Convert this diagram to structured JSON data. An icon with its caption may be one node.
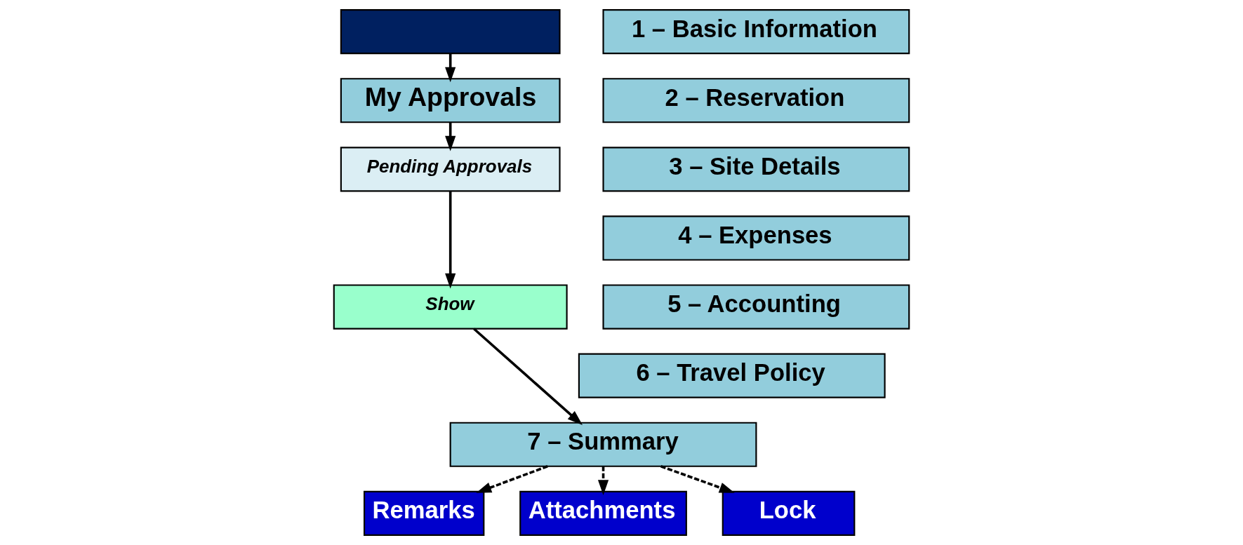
{
  "diagram": {
    "nodes": [
      {
        "text": [],
        "shape": "box"
      },
      {
        "text": [
          "My Approvals"
        ]
      },
      {
        "text": [
          "Pending Approvals"
        ]
      },
      {
        "text": [
          "Show"
        ]
      },
      {
        "text": [
          "1 – Basic Information"
        ]
      },
      {
        "text": [
          "2 – Reservation"
        ]
      },
      {
        "text": [
          "3 – Site Details"
        ]
      },
      {
        "text": [
          "4 – Expenses"
        ]
      },
      {
        "text": [
          "5 – Accounting"
        ]
      },
      {
        "text": [
          "6 – Travel Policy"
        ]
      },
      {
        "text": [
          "7 – Summary"
        ]
      },
      {
        "text": [
          "Remarks"
        ]
      },
      {
        "text": [
          "Attachments"
        ]
      },
      {
        "text": [
          "Lock"
        ]
      }
    ],
    "edges": [
      {
        "from": 0,
        "to": 1,
        "arrow": "to"
      },
      {
        "from": 1,
        "to": 2,
        "arrow": "to"
      },
      {
        "from": 2,
        "to": 3,
        "arrow": "to"
      },
      {
        "from": 3,
        "to": 10,
        "arrow": "to"
      },
      {
        "from": 10,
        "to": 11,
        "arrow": "to",
        "style": "dashed"
      },
      {
        "from": 10,
        "to": 12,
        "arrow": "to",
        "style": "dashed"
      },
      {
        "from": 10,
        "to": 13,
        "arrow": "to",
        "style": "dashed"
      }
    ]
  }
}
